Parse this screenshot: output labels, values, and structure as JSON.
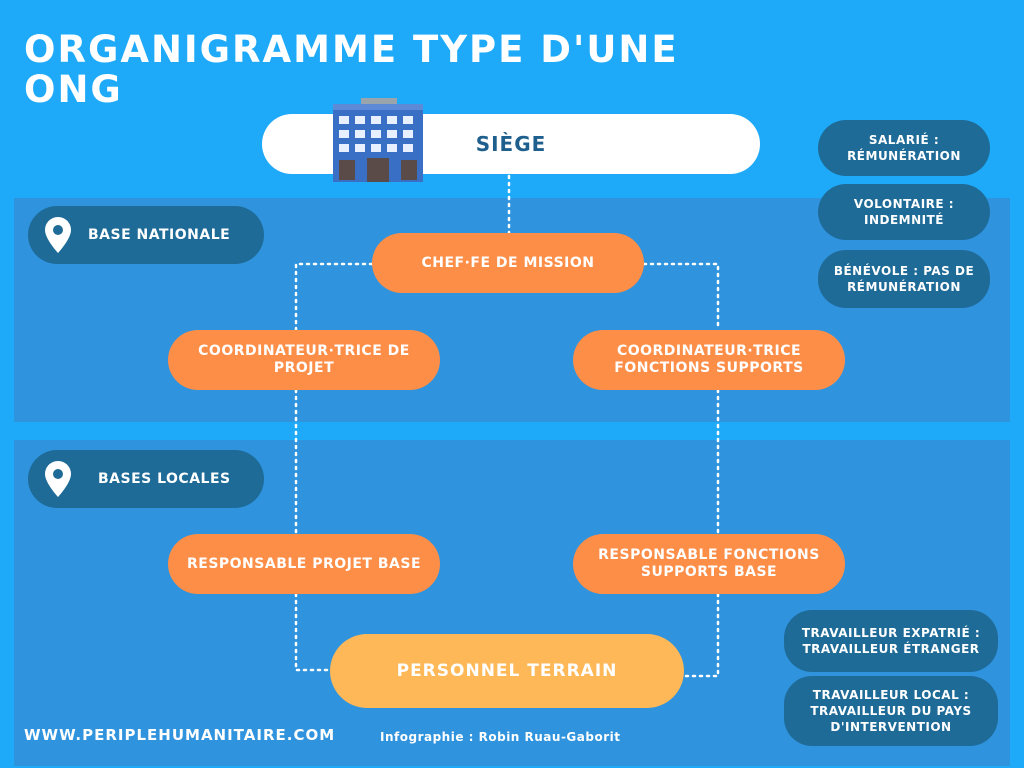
{
  "header": {
    "title": "ORGANIGRAMME TYPE D'UNE ONG"
  },
  "siege": {
    "label": "SIÈGE",
    "icon": "building-icon"
  },
  "levels": {
    "national": {
      "label": "BASE NATIONALE",
      "icon": "location-pin-icon"
    },
    "locale": {
      "label": "BASES LOCALES",
      "icon": "location-pin-icon"
    }
  },
  "roles": {
    "chef_mission": "CHEF·FE DE MISSION",
    "coord_projet": "COORDINATEUR·TRICE DE PROJET",
    "coord_supports": "COORDINATEUR·TRICE FONCTIONS SUPPORTS",
    "resp_projet": "RESPONSABLE PROJET BASE",
    "resp_supports": "RESPONSABLE FONCTIONS SUPPORTS BASE",
    "personnel_terrain": "PERSONNEL TERRAIN"
  },
  "legend_status": [
    "SALARIÉ : RÉMUNÉRATION",
    "VOLONTAIRE : INDEMNITÉ",
    "BÉNÉVOLE : PAS DE RÉMUNÉRATION"
  ],
  "legend_workers": [
    "TRAVAILLEUR EXPATRIÉ : TRAVAILLEUR ÉTRANGER",
    "TRAVAILLEUR LOCAL : TRAVAILLEUR DU PAYS D'INTERVENTION"
  ],
  "footer": {
    "website": "WWW.PERIPLEHUMANITAIRE.COM",
    "credit": "Infographie : Robin Ruau-Gaborit"
  },
  "colors": {
    "background": "#1faaf9",
    "band": "#2f93de",
    "dark_pill": "#1e6b98",
    "role_pill": "#fc8e48",
    "terrain_pill": "#ffb857",
    "siege_text": "#1f5f8e"
  }
}
